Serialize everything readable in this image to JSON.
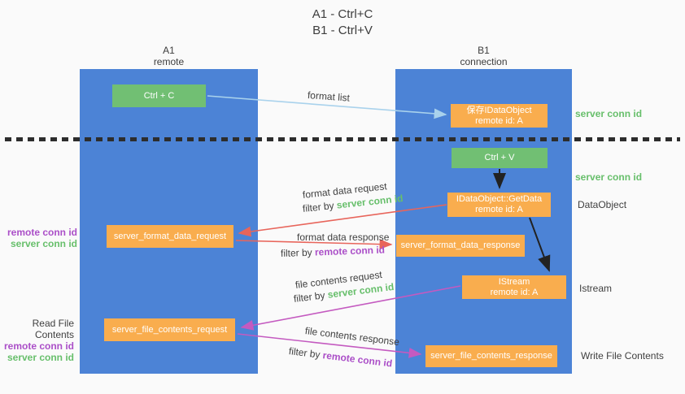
{
  "title": {
    "line1": "A1 - Ctrl+C",
    "line2": "B1 - Ctrl+V"
  },
  "lanes": {
    "a1": {
      "name": "A1",
      "subtitle": "remote"
    },
    "b1": {
      "name": "B1",
      "subtitle": "connection"
    }
  },
  "nodes": {
    "ctrl_c": {
      "label": "Ctrl + C"
    },
    "ctrl_v": {
      "label": "Ctrl + V"
    },
    "save_dataobject": {
      "line1": "保存IDataObject",
      "line2": "remote id: A"
    },
    "getdata": {
      "line1": "IDataObject::GetData",
      "line2": "remote id: A"
    },
    "istream": {
      "line1": "IStream",
      "line2": "remote id: A"
    },
    "server_format_data_request": {
      "label": "server_format_data_request"
    },
    "server_format_data_response": {
      "label": "server_format_data_response"
    },
    "server_file_contents_request": {
      "label": "server_file_contents_request"
    },
    "server_file_contents_response": {
      "label": "server_file_contents_response"
    }
  },
  "edge_labels": {
    "format_list": "format list",
    "format_data_request": "format data request",
    "format_data_response": "format data response",
    "file_contents_request": "file contents request",
    "file_contents_response": "file contents response",
    "filter_by": "filter by",
    "server_conn_id": "server conn id",
    "remote_conn_id": "remote conn id"
  },
  "side_labels": {
    "server_conn_id_top": "server conn id",
    "server_conn_id_mid": "server conn id",
    "dataobject": "DataObject",
    "istream": "Istream",
    "write_file_contents": "Write File Contents",
    "read_file_contents": "Read File Contents",
    "remote_conn_id": "remote conn id",
    "server_conn_id": "server conn id"
  },
  "colors": {
    "lane_blue": "#4c83d6",
    "box_green": "#71bf73",
    "box_orange": "#f9ad4e",
    "text_green": "#67bf6b",
    "text_purple": "#ab4fc8",
    "arrow_red": "#e8655b",
    "arrow_magenta": "#c45ac0",
    "arrow_lightblue": "#a9d2ec",
    "arrow_black": "#222222",
    "background": "#fafafa"
  }
}
